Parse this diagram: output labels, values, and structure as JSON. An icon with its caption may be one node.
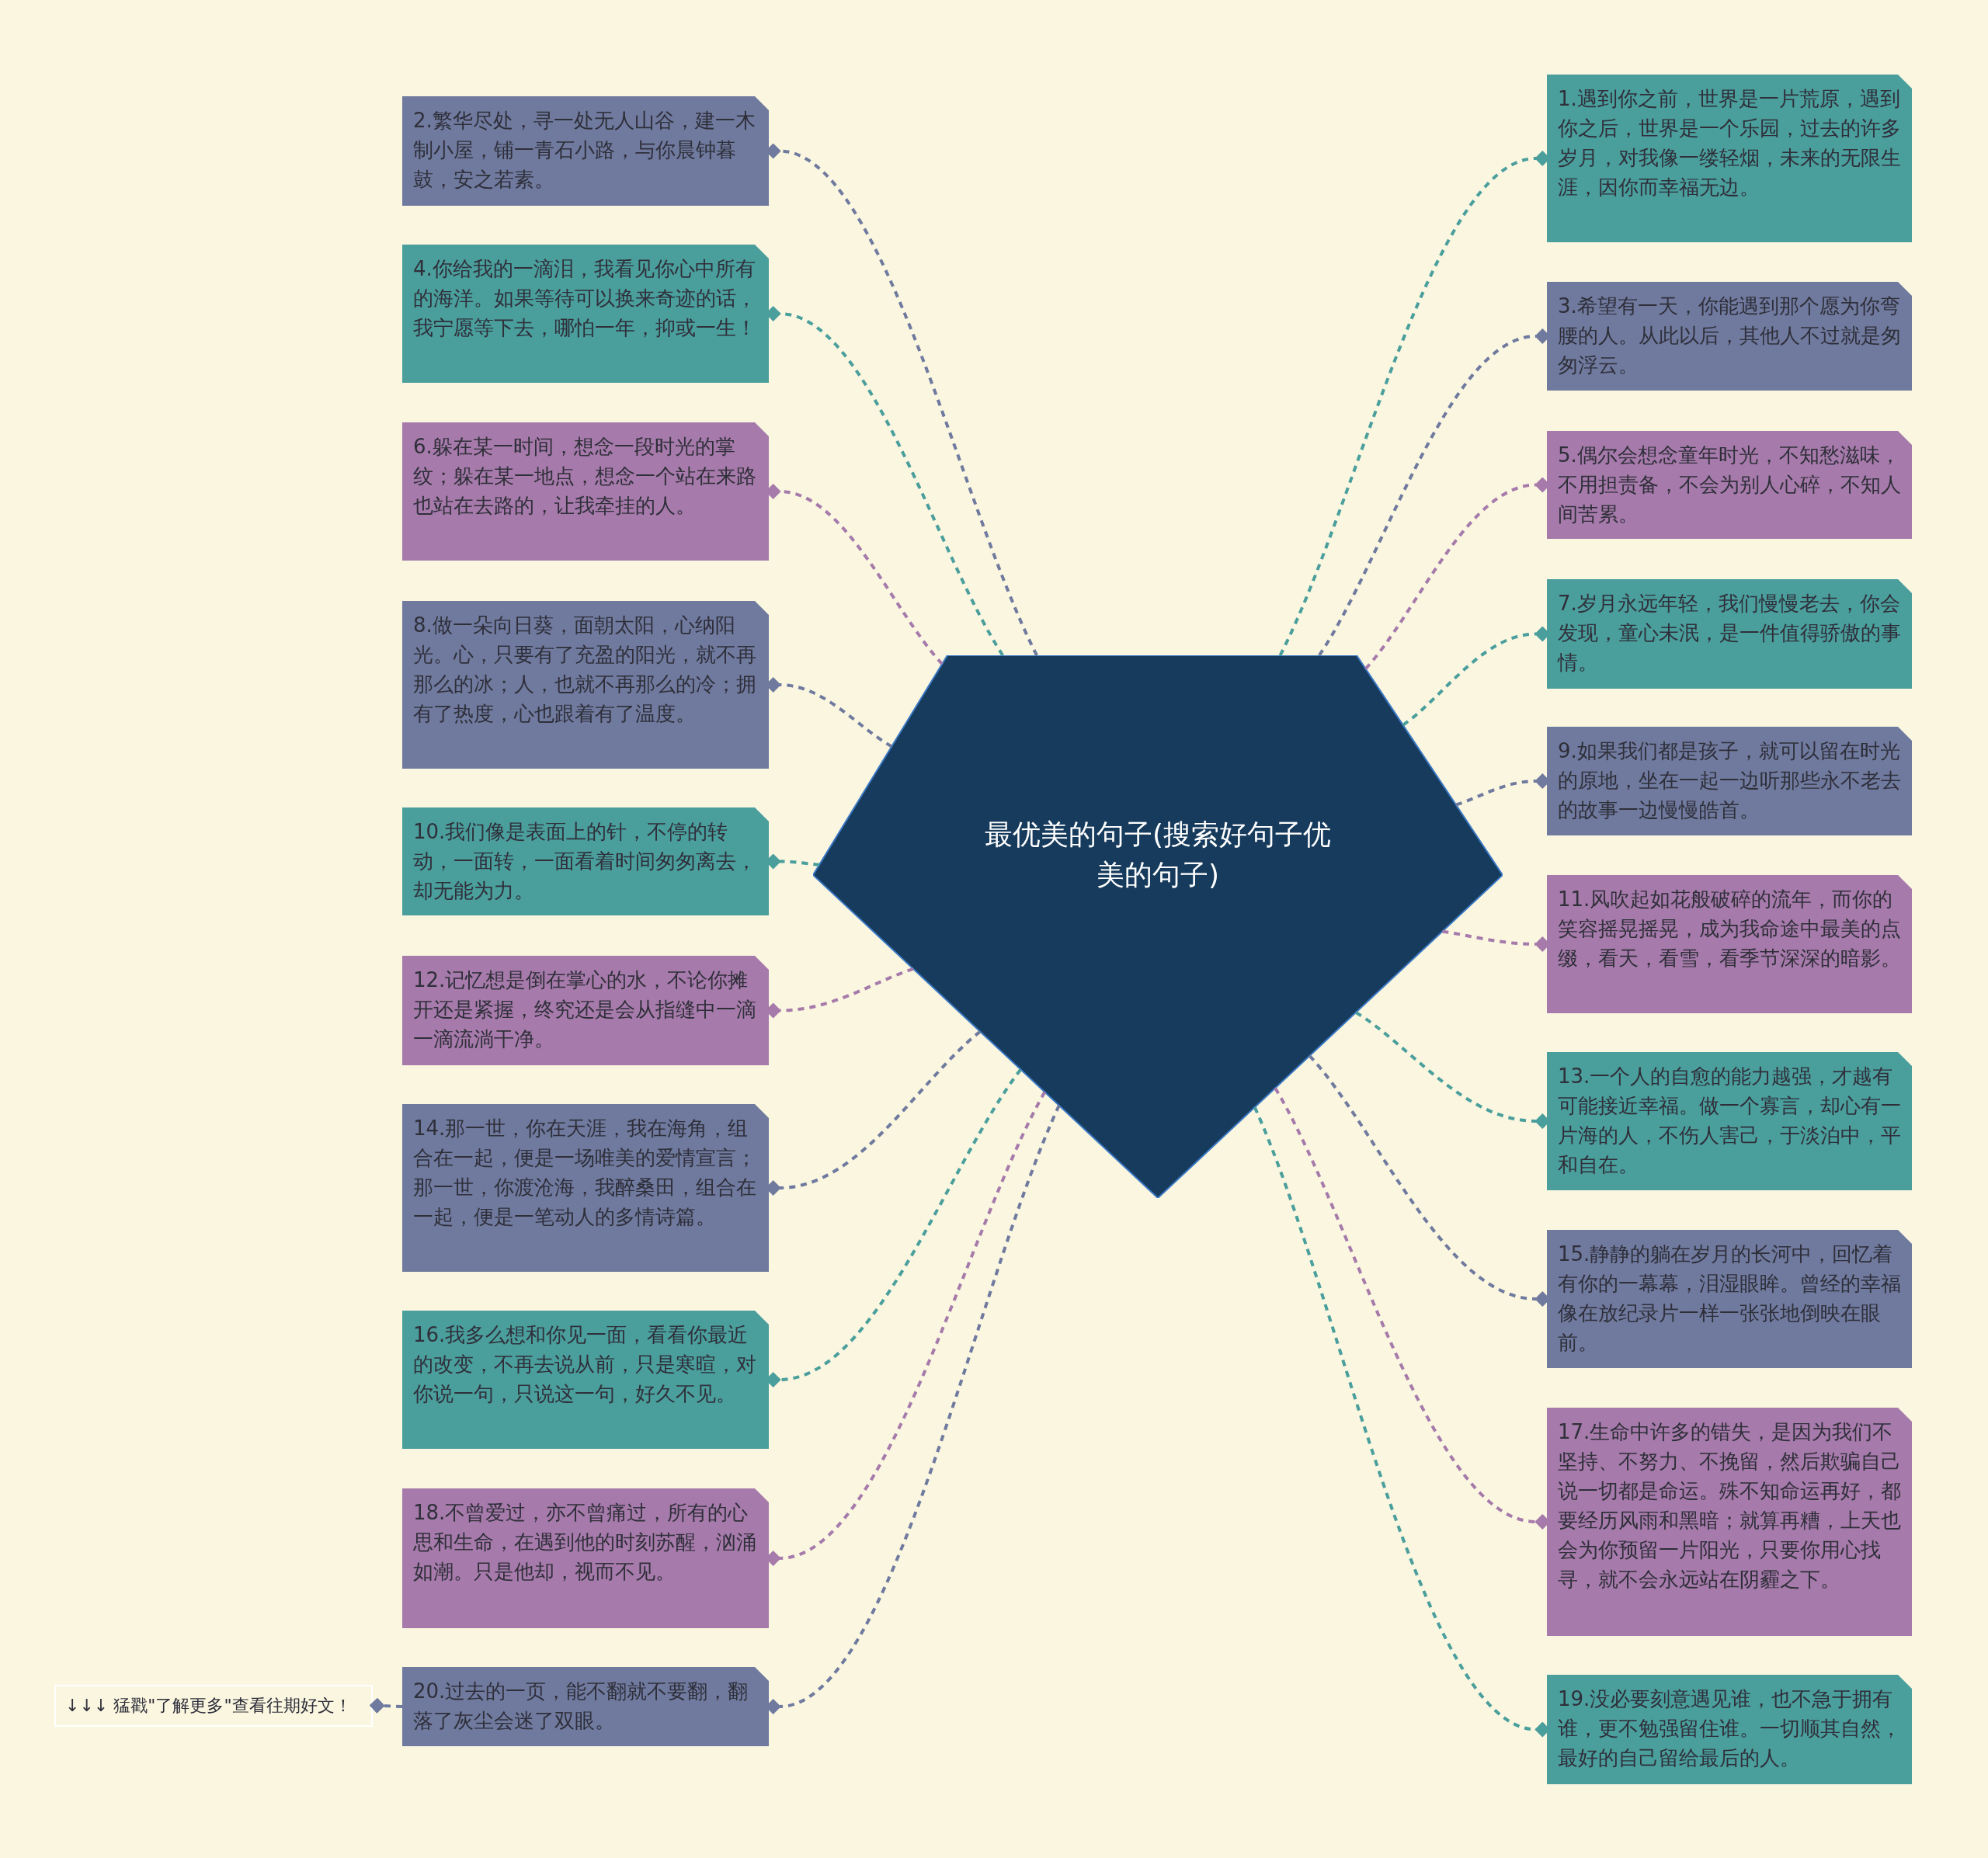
{
  "diagram": {
    "nodes": [
      {
        "text": [
          "最优美的句子(搜索好句子优美的句子)"
        ]
      },
      {
        "text": [
          "1.遇到你之前，世界是一片荒原，遇到你之后，世界是一个乐园，过去的许多岁月，对我像一缕轻烟，未来的无限生涯，因你而幸福无边。"
        ]
      },
      {
        "text": [
          "2.繁华尽处，寻一处无人山谷，建一木制小屋，铺一青石小路，与你晨钟暮鼓，安之若素。"
        ]
      },
      {
        "text": [
          "3.希望有一天，你能遇到那个愿为你弯腰的人。从此以后，其他人不过就是匆匆浮云。"
        ]
      },
      {
        "text": [
          "4.你给我的一滴泪，我看见你心中所有的海洋。如果等待可以换来奇迹的话，我宁愿等下去，哪怕一年，抑或一生！"
        ]
      },
      {
        "text": [
          "5.偶尔会想念童年时光，不知愁滋味，不用担责备，不会为别人心碎，不知人间苦累。"
        ]
      },
      {
        "text": [
          "6.躲在某一时间，想念一段时光的掌纹；躲在某一地点，想念一个站在来路也站在去路的，让我牵挂的人。"
        ]
      },
      {
        "text": [
          "7.岁月永远年轻，我们慢慢老去，你会发现，童心未泯，是一件值得骄傲的事情。"
        ]
      },
      {
        "text": [
          "8.做一朵向日葵，面朝太阳，心纳阳光。心，只要有了充盈的阳光，就不再那么的冰；人，也就不再那么的冷；拥有了热度，心也跟着有了温度。"
        ]
      },
      {
        "text": [
          "9.如果我们都是孩子，就可以留在时光的原地，坐在一起一边听那些永不老去的故事一边慢慢皓首。"
        ]
      },
      {
        "text": [
          "10.我们像是表面上的针，不停的转动，一面转，一面看着时间匆匆离去，却无能为力。"
        ]
      },
      {
        "text": [
          "11.风吹起如花般破碎的流年，而你的笑容摇晃摇晃，成为我命途中最美的点缀，看天，看雪，看季节深深的暗影。"
        ]
      },
      {
        "text": [
          "12.记忆想是倒在掌心的水，不论你摊开还是紧握，终究还是会从指缝中一滴一滴流淌干净。"
        ]
      },
      {
        "text": [
          "13.一个人的自愈的能力越强，才越有可能接近幸福。做一个寡言，却心有一片海的人，不伤人害己，于淡泊中，平和自在。"
        ]
      },
      {
        "text": [
          "14.那一世，你在天涯，我在海角，组合在一起，便是一场唯美的爱情宣言；那一世，你渡沧海，我醉桑田，组合在一起，便是一笔动人的多情诗篇。"
        ]
      },
      {
        "text": [
          "15.静静的躺在岁月的长河中，回忆着有你的一幕幕，泪湿眼眸。曾经的幸福像在放纪录片一样一张张地倒映在眼前。"
        ]
      },
      {
        "text": [
          "16.我多么想和你见一面，看看你最近的改变，不再去说从前，只是寒暄，对你说一句，只说这一句，好久不见。"
        ]
      },
      {
        "text": [
          "17.生命中许多的错失，是因为我们不坚持、不努力、不挽留，然后欺骗自己说一切都是命运。殊不知命运再好，都要经历风雨和黑暗；就算再糟，上天也会为你预留一片阳光，只要你用心找寻，就不会永远站在阴霾之下。"
        ]
      },
      {
        "text": [
          "18.不曾爱过，亦不曾痛过，所有的心思和生命，在遇到他的时刻苏醒，汹涌如潮。只是他却，视而不见。"
        ]
      },
      {
        "text": [
          "19.没必要刻意遇见谁，也不急于拥有谁，更不勉强留住谁。一切顺其自然，最好的自己留给最后的人。"
        ]
      },
      {
        "text": [
          "20.过去的一页，能不翻就不要翻，翻落了灰尘会迷了双眼。"
        ]
      },
      {
        "text": [
          "↓↓↓ 猛戳\"了解更多\"查看往期好文！"
        ]
      }
    ],
    "edges": [
      {
        "from": 0,
        "to": 1,
        "arrow": "other",
        "style": "dashed",
        "color": "#4a9e9c"
      },
      {
        "from": 0,
        "to": 2,
        "arrow": "other",
        "style": "dashed",
        "color": "#6f7a9e"
      },
      {
        "from": 0,
        "to": 3,
        "arrow": "other",
        "style": "dashed",
        "color": "#6f7a9e"
      },
      {
        "from": 0,
        "to": 4,
        "arrow": "other",
        "style": "dashed",
        "color": "#4a9e9c"
      },
      {
        "from": 0,
        "to": 5,
        "arrow": "other",
        "style": "dashed",
        "color": "#a67aaa"
      },
      {
        "from": 0,
        "to": 6,
        "arrow": "other",
        "style": "dashed",
        "color": "#a67aaa"
      },
      {
        "from": 0,
        "to": 7,
        "arrow": "other",
        "style": "dashed",
        "color": "#4a9e9c"
      },
      {
        "from": 0,
        "to": 8,
        "arrow": "other",
        "style": "dashed",
        "color": "#6f7a9e"
      },
      {
        "from": 0,
        "to": 9,
        "arrow": "other",
        "style": "dashed",
        "color": "#6f7a9e"
      },
      {
        "from": 0,
        "to": 10,
        "arrow": "other",
        "style": "dashed",
        "color": "#4a9e9c"
      },
      {
        "from": 0,
        "to": 11,
        "arrow": "other",
        "style": "dashed",
        "color": "#a67aaa"
      },
      {
        "from": 0,
        "to": 12,
        "arrow": "other",
        "style": "dashed",
        "color": "#a67aaa"
      },
      {
        "from": 0,
        "to": 13,
        "arrow": "other",
        "style": "dashed",
        "color": "#4a9e9c"
      },
      {
        "from": 0,
        "to": 14,
        "arrow": "other",
        "style": "dashed",
        "color": "#6f7a9e"
      },
      {
        "from": 0,
        "to": 15,
        "arrow": "other",
        "style": "dashed",
        "color": "#6f7a9e"
      },
      {
        "from": 0,
        "to": 16,
        "arrow": "other",
        "style": "dashed",
        "color": "#4a9e9c"
      },
      {
        "from": 0,
        "to": 17,
        "arrow": "other",
        "style": "dashed",
        "color": "#a67aaa"
      },
      {
        "from": 0,
        "to": 18,
        "arrow": "other",
        "style": "dashed",
        "color": "#a67aaa"
      },
      {
        "from": 0,
        "to": 19,
        "arrow": "other",
        "style": "dashed",
        "color": "#4a9e9c"
      },
      {
        "from": 0,
        "to": 20,
        "arrow": "other",
        "style": "dashed",
        "color": "#6f7a9e"
      },
      {
        "from": 20,
        "to": 21,
        "arrow": "other",
        "style": "dashed",
        "color": "#6f7a9e"
      }
    ]
  }
}
